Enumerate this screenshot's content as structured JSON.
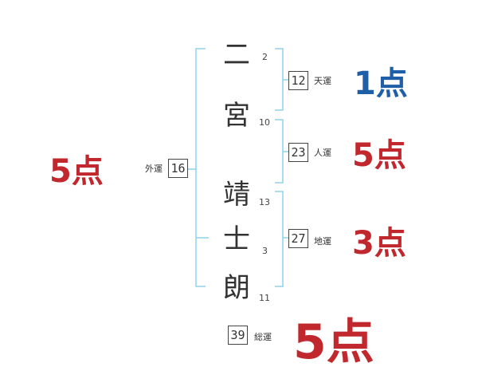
{
  "name_chars": [
    {
      "char": "二",
      "strokes": "2"
    },
    {
      "char": "宮",
      "strokes": "10"
    },
    {
      "char": "靖",
      "strokes": "13"
    },
    {
      "char": "士",
      "strokes": "3"
    },
    {
      "char": "朗",
      "strokes": "11"
    }
  ],
  "unkaku": {
    "tenkaku": {
      "value": "12",
      "label": "天運",
      "score": "1点"
    },
    "jinkaku": {
      "value": "23",
      "label": "人運",
      "score": "5点"
    },
    "chikaku": {
      "value": "27",
      "label": "地運",
      "score": "3点"
    },
    "gaikaku": {
      "value": "16",
      "label": "外運",
      "score": "5点"
    },
    "soukaku": {
      "value": "39",
      "label": "総運",
      "score": "5点"
    }
  },
  "colors": {
    "bracket": "#8fd0ec",
    "score_blue": "#1f5fa8",
    "score_red": "#c0282d",
    "text": "#333333"
  }
}
